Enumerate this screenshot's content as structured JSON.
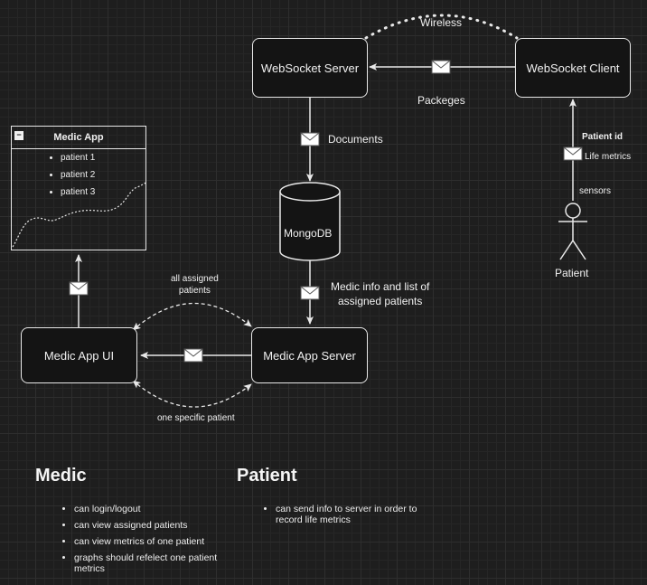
{
  "nodes": {
    "websocket_server": "WebSocket Server",
    "websocket_client": "WebSocket Client",
    "mongodb": "MongoDB",
    "medic_app_ui": "Medic App UI",
    "medic_app_server": "Medic App Server"
  },
  "edges": {
    "wireless": "Wireless",
    "packages": "Packeges",
    "documents": "Documents",
    "medic_info_line1": "Medic info and list of",
    "medic_info_line2": "assigned patients",
    "all_assigned_line1": "all assigned",
    "all_assigned_line2": "patients",
    "one_specific_patient": "one specific patient",
    "patient_id": "Patient id",
    "life_metrics": "Life metrics",
    "sensors": "sensors"
  },
  "actor": {
    "label": "Patient"
  },
  "medic_app_panel": {
    "title": "Medic App",
    "collapse_glyph": "−",
    "patients": [
      "patient 1",
      "patient 2",
      "patient 3"
    ]
  },
  "sections": {
    "medic": {
      "heading": "Medic",
      "items": [
        "can  login/logout",
        "can view assigned patients",
        "can view metrics of one patient",
        "graphs should refelect one patient metrics"
      ]
    },
    "patient": {
      "heading": "Patient",
      "items": [
        "can send info to server in order to record life metrics"
      ]
    }
  },
  "colors": {
    "background": "#1e1e1e",
    "grid": "#2e2e2e",
    "node_fill": "#141414",
    "stroke": "#e8e8e8",
    "text": "#f0f0f0"
  }
}
